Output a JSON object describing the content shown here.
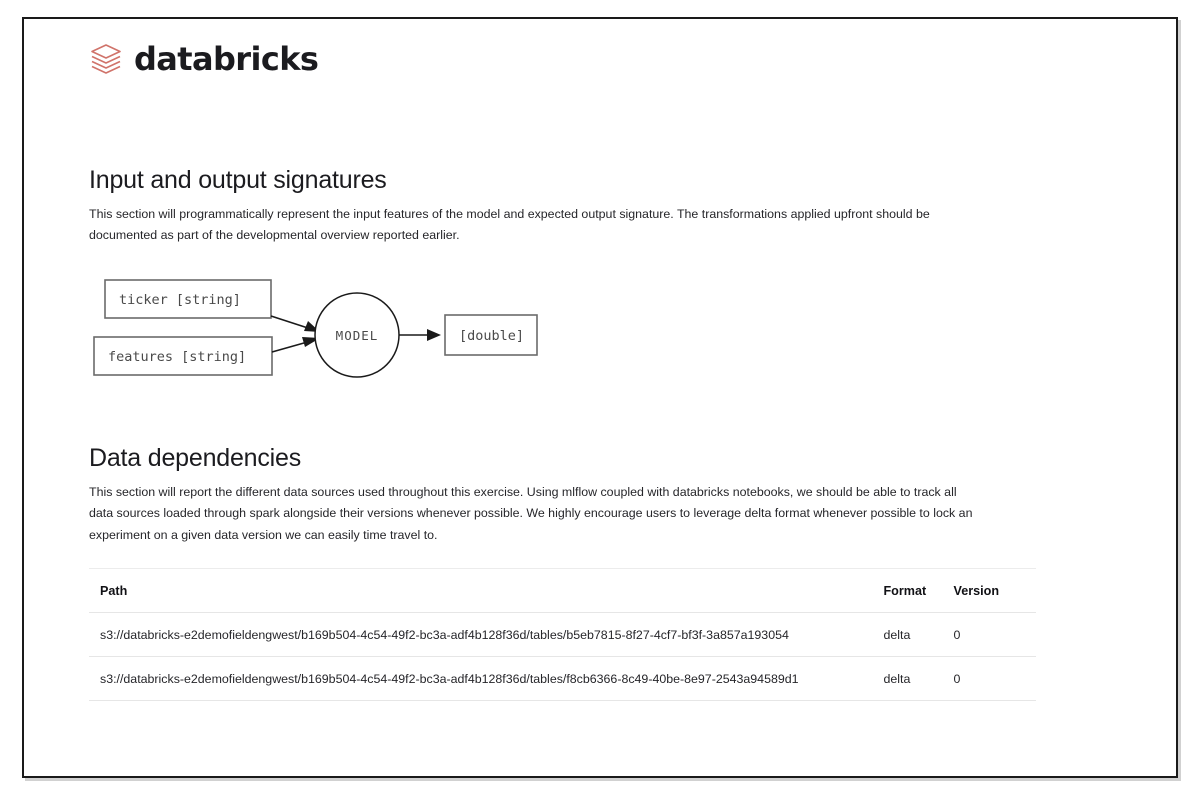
{
  "brand": {
    "name": "databricks",
    "logo_icon": "databricks-stacked-layers-icon",
    "logo_color": "#d0736a"
  },
  "sections": [
    {
      "id": "signatures",
      "title": "Input and output signatures",
      "body": "This section will programmatically represent the input features of the model and expected output signature. The transformations applied upfront should be documented as part of the developmental overview reported earlier."
    },
    {
      "id": "dependencies",
      "title": "Data dependencies",
      "body": "This section will report the different data sources used throughout this exercise. Using mlflow coupled with databricks notebooks, we should be able to track all data sources loaded through spark alongside their versions whenever possible. We highly encourage users to leverage delta format whenever possible to lock an experiment on a given data version we can easily time travel to."
    }
  ],
  "diagram": {
    "input_1": "ticker [string]",
    "input_2": "features [string]",
    "node": "MODEL",
    "output": "[double]"
  },
  "table": {
    "headers": {
      "path": "Path",
      "format": "Format",
      "version": "Version"
    },
    "rows": [
      {
        "path": "s3://databricks-e2demofieldengwest/b169b504-4c54-49f2-bc3a-adf4b128f36d/tables/b5eb7815-8f27-4cf7-bf3f-3a857a193054",
        "format": "delta",
        "version": "0"
      },
      {
        "path": "s3://databricks-e2demofieldengwest/b169b504-4c54-49f2-bc3a-adf4b128f36d/tables/f8cb6366-8c49-40be-8e97-2543a94589d1",
        "format": "delta",
        "version": "0"
      }
    ]
  }
}
